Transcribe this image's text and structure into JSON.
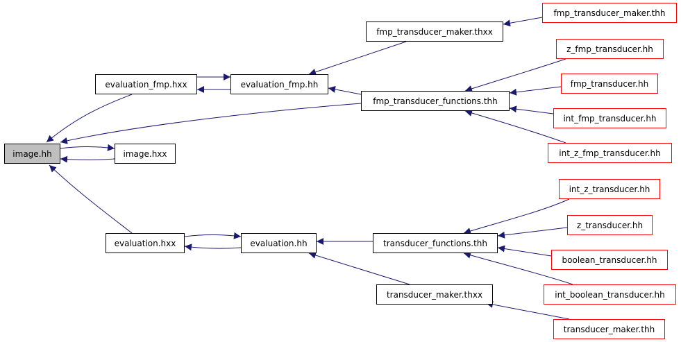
{
  "colors": {
    "edge": "#191970",
    "node_border": "#000000",
    "incomplete_node_border": "#ff0000",
    "current_node_fill": "#bfbfbf",
    "background": "#ffffff"
  },
  "nodes": {
    "image_hh": "image.hh",
    "image_hxx": "image.hxx",
    "evaluation_fmp_hxx": "evaluation_fmp.hxx",
    "evaluation_fmp_hh": "evaluation_fmp.hh",
    "fmp_transducer_maker_thxx": "fmp_transducer_maker.thxx",
    "fmp_transducer_maker_thh": "fmp_transducer_maker.thh",
    "fmp_transducer_functions_thh": "fmp_transducer_functions.thh",
    "z_fmp_transducer_hh": "z_fmp_transducer.hh",
    "fmp_transducer_hh": "fmp_transducer.hh",
    "int_fmp_transducer_hh": "int_fmp_transducer.hh",
    "int_z_fmp_transducer_hh": "int_z_fmp_transducer.hh",
    "evaluation_hxx": "evaluation.hxx",
    "evaluation_hh": "evaluation.hh",
    "transducer_functions_thh": "transducer_functions.thh",
    "int_z_transducer_hh": "int_z_transducer.hh",
    "z_transducer_hh": "z_transducer.hh",
    "boolean_transducer_hh": "boolean_transducer.hh",
    "int_boolean_transducer_hh": "int_boolean_transducer.hh",
    "transducer_maker_thxx": "transducer_maker.thxx",
    "transducer_maker_thh": "transducer_maker.thh"
  }
}
